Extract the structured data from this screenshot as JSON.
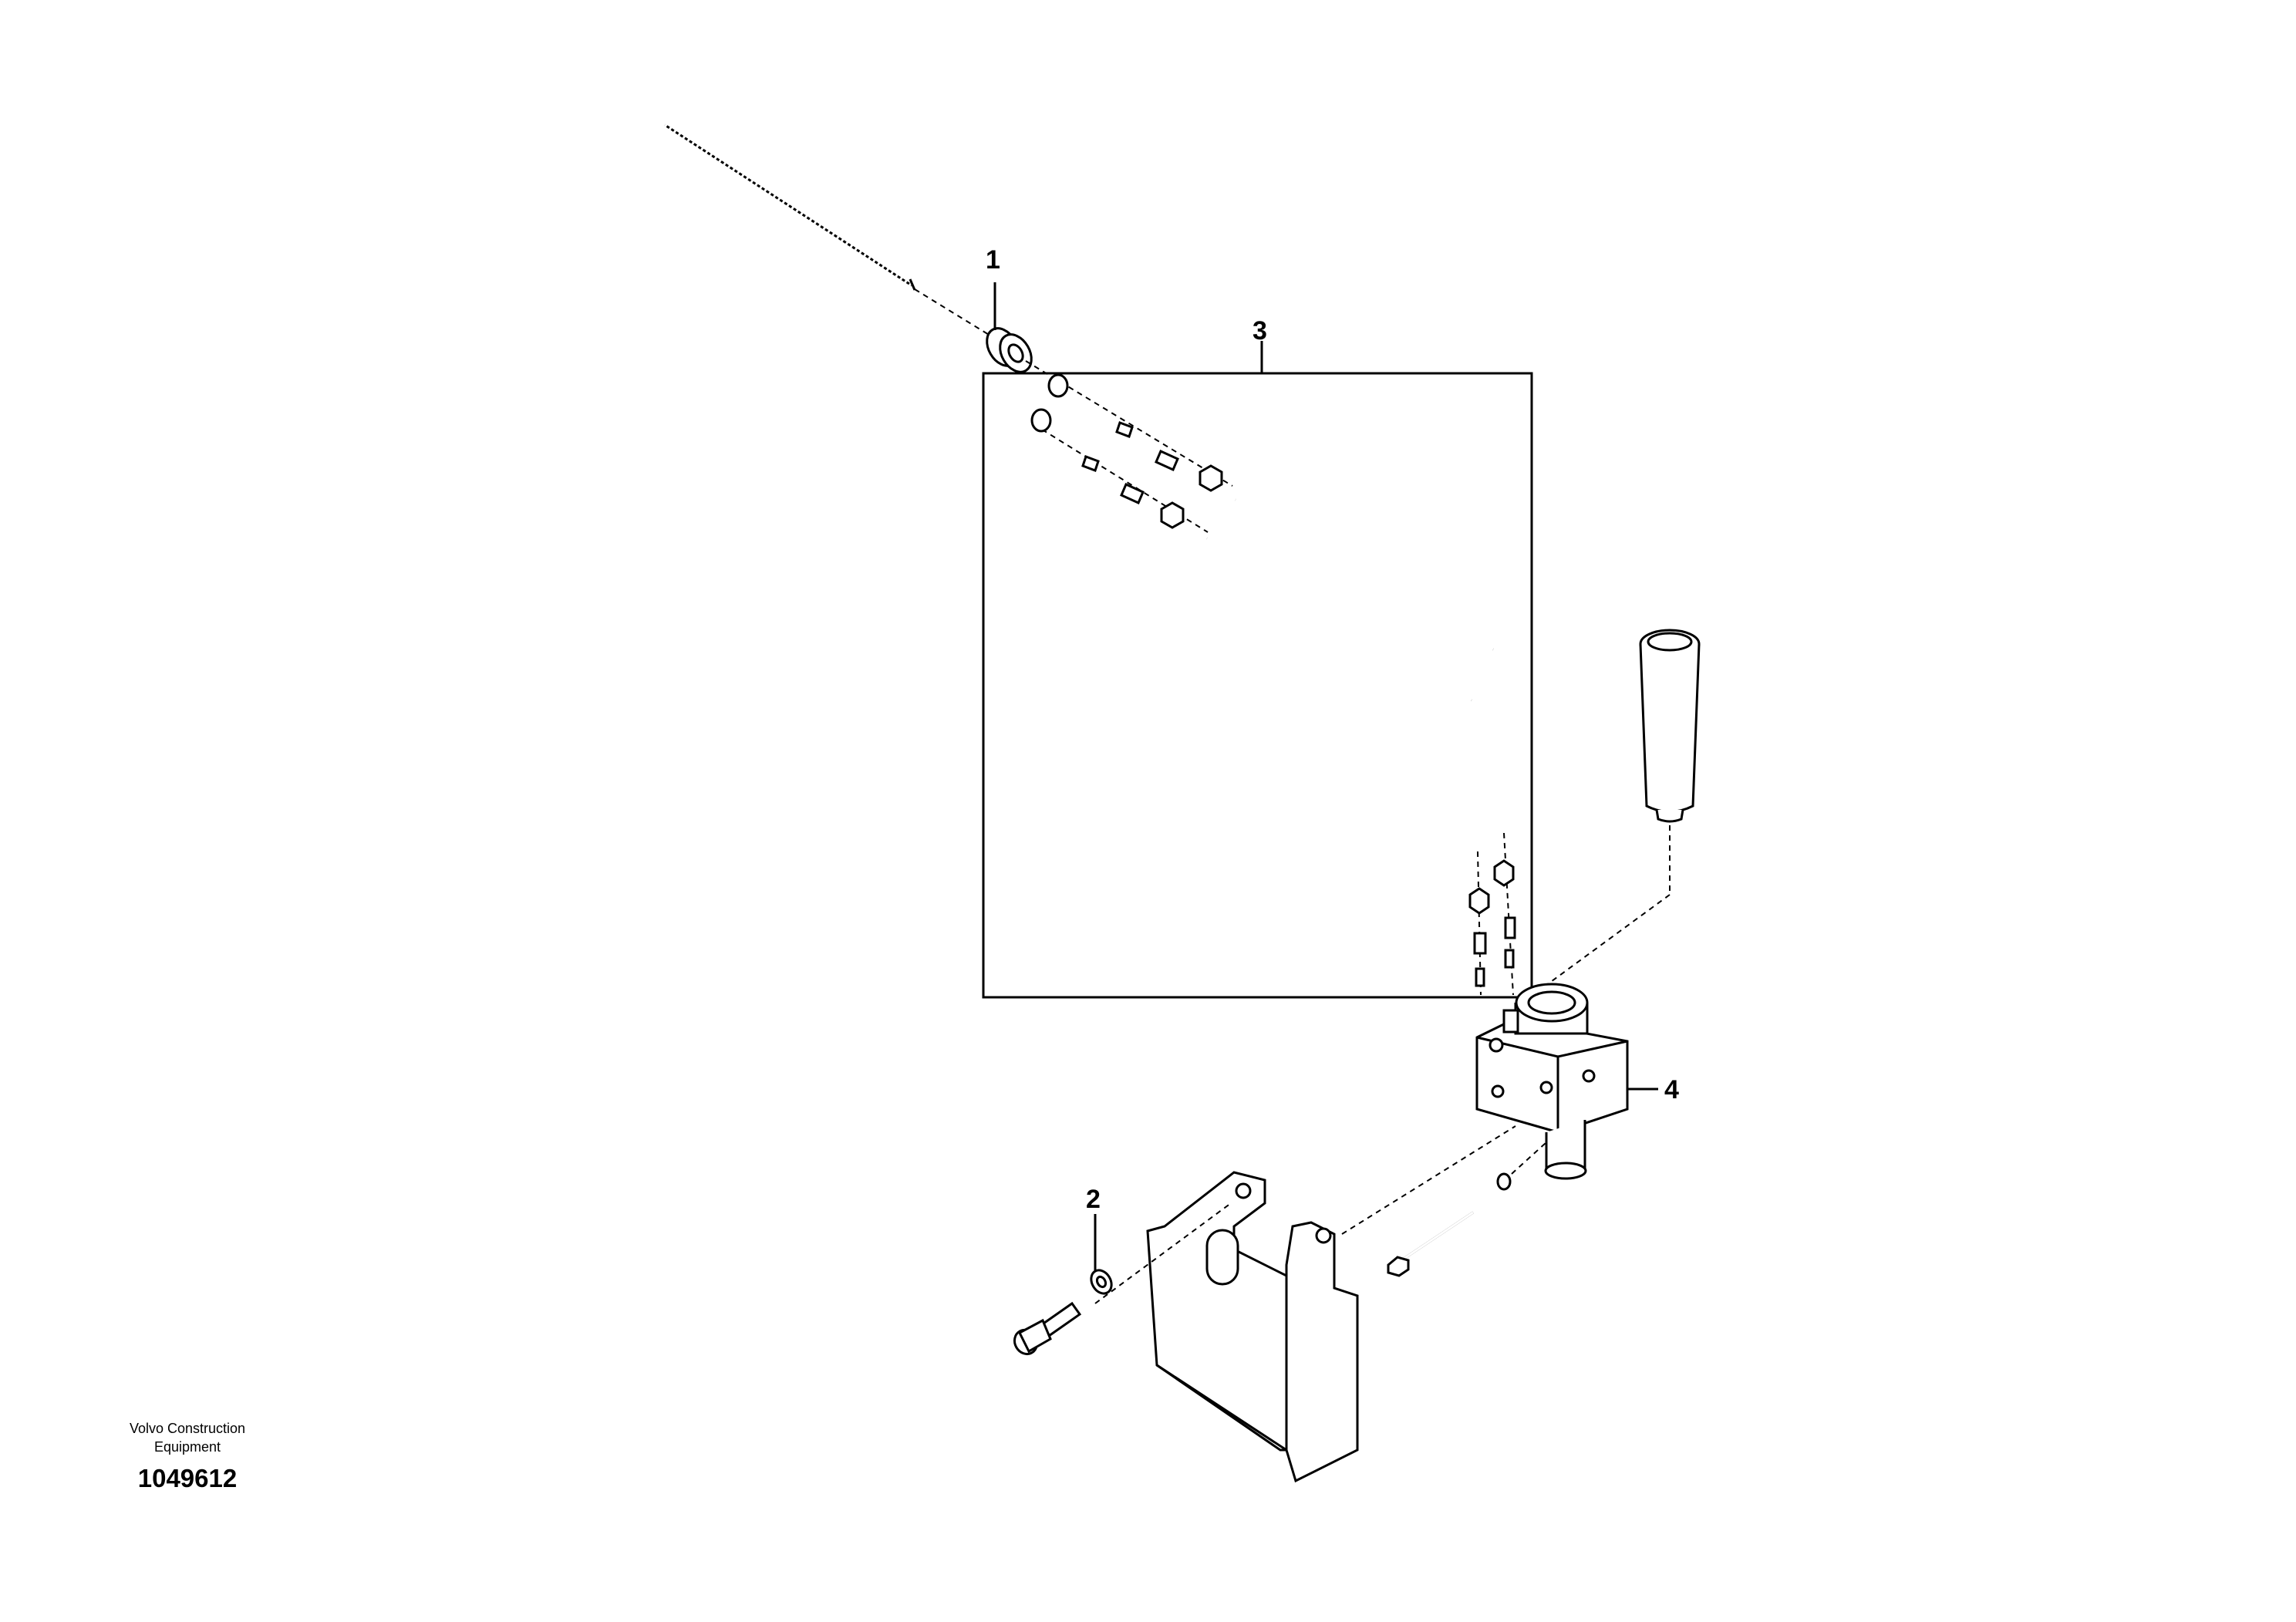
{
  "callouts": [
    {
      "id": "1",
      "label": "1",
      "part": "cable-grommet"
    },
    {
      "id": "2",
      "label": "2",
      "part": "washer"
    },
    {
      "id": "3",
      "label": "3",
      "part": "tube-kit"
    },
    {
      "id": "4",
      "label": "4",
      "part": "valve-block"
    }
  ],
  "footer": {
    "brand_line1": "Volvo Construction",
    "brand_line2": "Equipment",
    "document_number": "1049612"
  },
  "colors": {
    "line": "#000000",
    "background": "#ffffff"
  }
}
